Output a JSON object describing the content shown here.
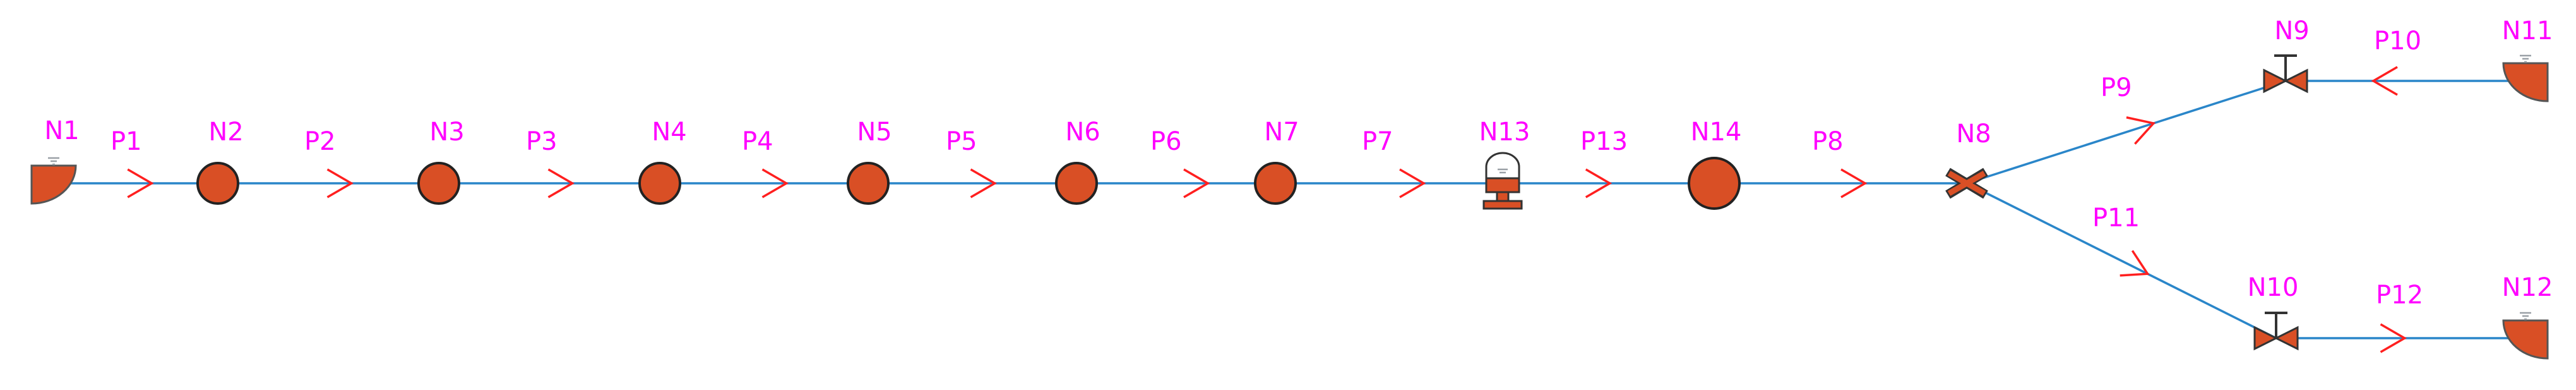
{
  "colors": {
    "pipe": "#2a86c9",
    "flow_arrow": "#ff1f1f",
    "label": "#ff00ff",
    "node_fill": "#d94f25",
    "outline": "#222222"
  },
  "nodes": [
    {
      "id": "N1",
      "kind": "reservoir-left",
      "label": "N1"
    },
    {
      "id": "N2",
      "kind": "junction",
      "label": "N2"
    },
    {
      "id": "N3",
      "kind": "junction",
      "label": "N3"
    },
    {
      "id": "N4",
      "kind": "junction",
      "label": "N4"
    },
    {
      "id": "N5",
      "kind": "junction",
      "label": "N5"
    },
    {
      "id": "N6",
      "kind": "junction",
      "label": "N6"
    },
    {
      "id": "N7",
      "kind": "junction",
      "label": "N7"
    },
    {
      "id": "N13",
      "kind": "surge-tank",
      "label": "N13"
    },
    {
      "id": "N14",
      "kind": "junction-large",
      "label": "N14"
    },
    {
      "id": "N8",
      "kind": "cross",
      "label": "N8"
    },
    {
      "id": "N9",
      "kind": "valve",
      "label": "N9"
    },
    {
      "id": "N10",
      "kind": "valve",
      "label": "N10"
    },
    {
      "id": "N11",
      "kind": "reservoir-right",
      "label": "N11"
    },
    {
      "id": "N12",
      "kind": "reservoir-right",
      "label": "N12"
    }
  ],
  "pipes": [
    {
      "id": "P1",
      "label": "P1",
      "from": "N1",
      "to": "N2"
    },
    {
      "id": "P2",
      "label": "P2",
      "from": "N2",
      "to": "N3"
    },
    {
      "id": "P3",
      "label": "P3",
      "from": "N3",
      "to": "N4"
    },
    {
      "id": "P4",
      "label": "P4",
      "from": "N4",
      "to": "N5"
    },
    {
      "id": "P5",
      "label": "P5",
      "from": "N5",
      "to": "N6"
    },
    {
      "id": "P6",
      "label": "P6",
      "from": "N6",
      "to": "N7"
    },
    {
      "id": "P7",
      "label": "P7",
      "from": "N7",
      "to": "N13"
    },
    {
      "id": "P13",
      "label": "P13",
      "from": "N13",
      "to": "N14"
    },
    {
      "id": "P8",
      "label": "P8",
      "from": "N14",
      "to": "N8"
    },
    {
      "id": "P9",
      "label": "P9",
      "from": "N8",
      "to": "N9"
    },
    {
      "id": "P10",
      "label": "P10",
      "from": "N11",
      "to": "N9"
    },
    {
      "id": "P11",
      "label": "P11",
      "from": "N8",
      "to": "N10"
    },
    {
      "id": "P12",
      "label": "P12",
      "from": "N10",
      "to": "N12"
    }
  ]
}
